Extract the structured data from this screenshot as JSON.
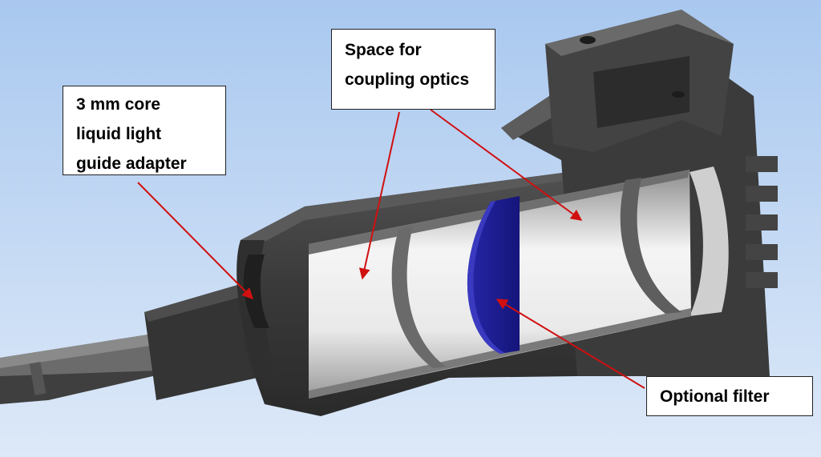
{
  "callouts": {
    "adapter": "3 mm core\nliquid light\nguide adapter",
    "optics": "Space for\ncoupling optics",
    "filter": "Optional filter"
  },
  "colors": {
    "background_top": "#a9c8ef",
    "background_bottom": "#dbe9fa",
    "housing": "#3b3b3b",
    "bore_light": "#f2f2f2",
    "filter": "#1e1e96",
    "arrow": "#d01010"
  }
}
